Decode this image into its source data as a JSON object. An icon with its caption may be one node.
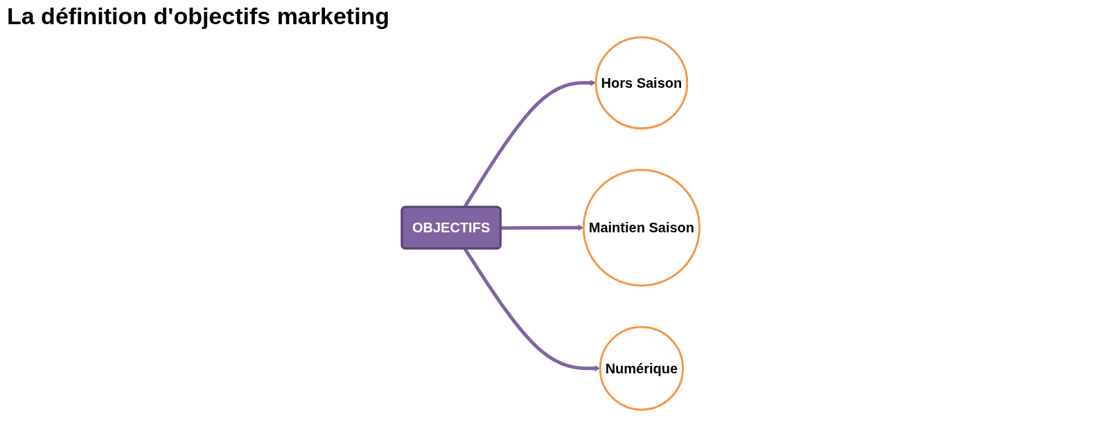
{
  "diagram": {
    "title": "La définition d'objectifs marketing",
    "nodes": [
      {
        "text": [
          "Maintien Saison"
        ]
      },
      {
        "text": [
          "Hors Saison"
        ]
      },
      {
        "text": [
          "OBJECTIFS"
        ]
      },
      {
        "text": [
          "Numérique"
        ]
      }
    ],
    "edges": [
      {
        "from": 2,
        "to": 1,
        "arrow": "to"
      },
      {
        "from": 2,
        "to": 0,
        "arrow": "to"
      },
      {
        "from": 2,
        "to": 3,
        "arrow": "to"
      }
    ]
  }
}
